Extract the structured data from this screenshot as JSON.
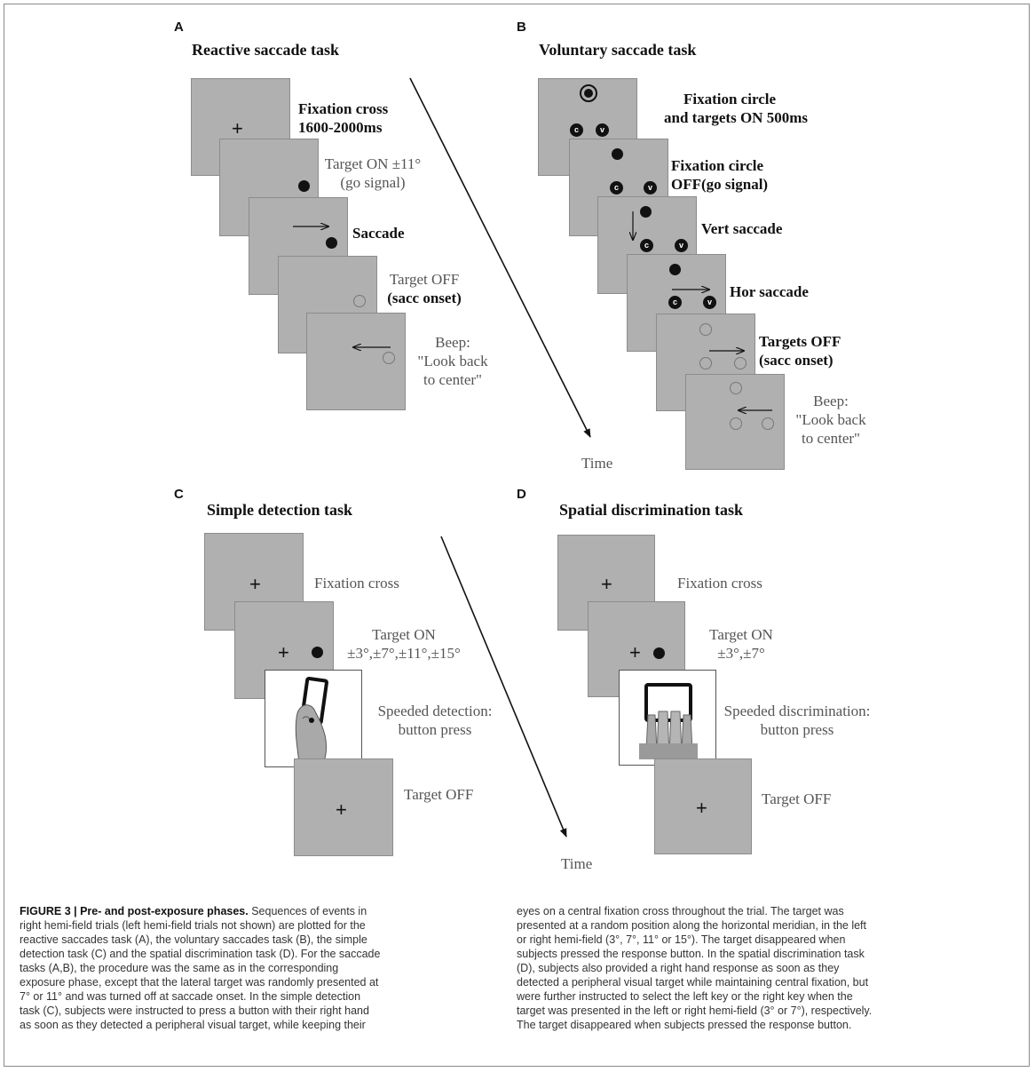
{
  "panels": {
    "A": {
      "letter": "A",
      "title": "Reactive saccade task",
      "labels": {
        "l1a": "Fixation cross",
        "l1b": "1600-2000ms",
        "l2a": "Target ON ±11°",
        "l2b": "(go signal)",
        "l3": "Saccade",
        "l4a": "Target OFF",
        "l4b": "(sacc onset)",
        "l5a": "Beep:",
        "l5b": "\"Look back",
        "l5c": "to center\""
      }
    },
    "B": {
      "letter": "B",
      "title": "Voluntary saccade task",
      "target_letters": {
        "c": "c",
        "v": "v"
      },
      "labels": {
        "l1a": "Fixation circle",
        "l1b": "and targets ON 500ms",
        "l2a": "Fixation circle",
        "l2b": "OFF(go signal)",
        "l3": "Vert saccade",
        "l4": "Hor saccade",
        "l5a": "Targets OFF",
        "l5b": "(sacc onset)",
        "l6a": "Beep:",
        "l6b": "\"Look back",
        "l6c": "to center\""
      },
      "time_label": "Time"
    },
    "C": {
      "letter": "C",
      "title": "Simple detection task",
      "labels": {
        "l1": "Fixation cross",
        "l2a": "Target ON",
        "l2b": "±3°,±7°,±11°,±15°",
        "l3a": "Speeded detection:",
        "l3b": "button press",
        "l4": "Target OFF"
      }
    },
    "D": {
      "letter": "D",
      "title": "Spatial discrimination task",
      "labels": {
        "l1": "Fixation cross",
        "l2a": "Target ON",
        "l2b": "±3°,±7°",
        "l3a": "Speeded discrimination:",
        "l3b": "button press",
        "l4": "Target OFF"
      },
      "time_label": "Time"
    }
  },
  "symbols": {
    "cross": "+"
  },
  "caption": {
    "label": "FIGURE 3 | Pre- and post-exposure phases.",
    "left_lines": [
      " Sequences of events in",
      "right hemi-field trials (left hemi-field trials not shown) are plotted for the",
      "reactive saccades task (A), the voluntary saccades task (B), the simple",
      "detection task (C) and the spatial discrimination task (D). For the saccade",
      "tasks (A,B), the procedure was the same as in the corresponding",
      "exposure phase, except that the lateral target was randomly presented at",
      "7° or 11° and was turned off at saccade onset. In the simple detection",
      "task (C), subjects were instructed to press a button with their right hand",
      "as soon as they detected a peripheral visual target, while keeping their"
    ],
    "right_lines": [
      "eyes on a central fixation cross throughout the trial. The target was",
      "presented at a random position along the horizontal meridian, in the left",
      "or right hemi-field (3°, 7°, 11° or 15°). The target disappeared when",
      "subjects pressed the response button. In the spatial discrimination task",
      "(D), subjects also provided a right hand response as soon as they",
      "detected a peripheral visual target while maintaining central fixation, but",
      "were further instructed to select the left key or the right key when the",
      "target was presented in the left or right hemi-field (3° or 7°), respectively.",
      "The target disappeared when subjects pressed the response button."
    ]
  }
}
